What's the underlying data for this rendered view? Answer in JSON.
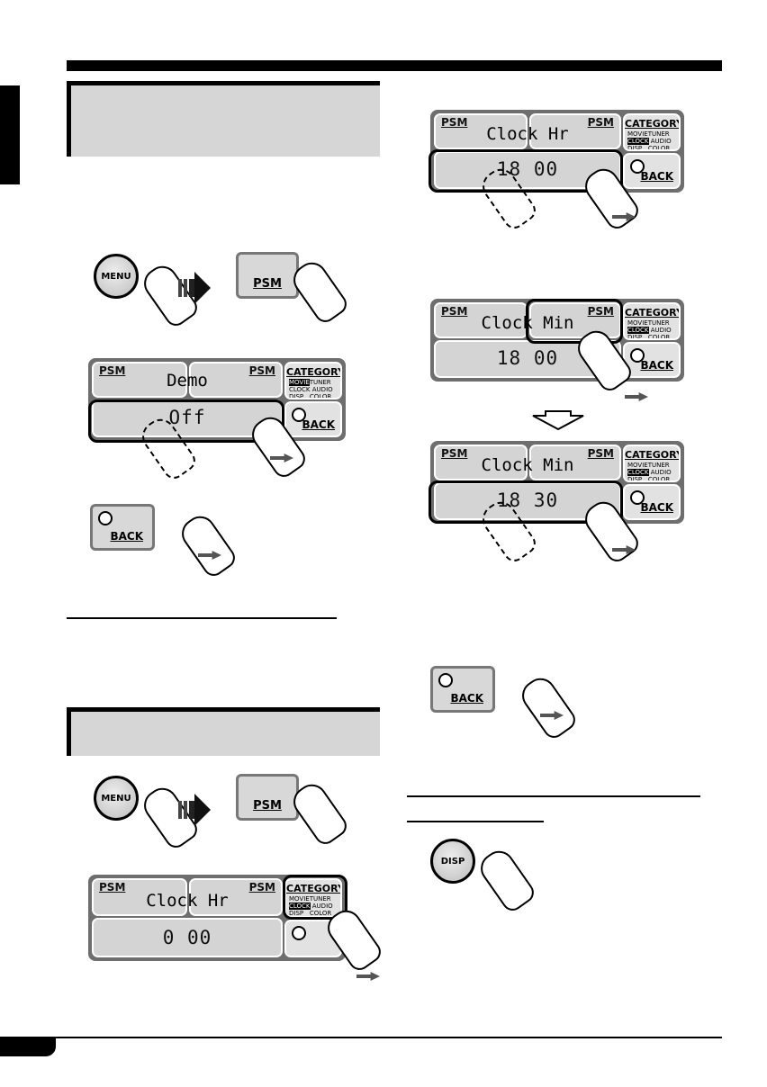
{
  "icons": {
    "menu_button": "menu-round-button",
    "disp_button": "disp-round-button",
    "pointer": "finger-icon",
    "arrow": "step-arrow-icon"
  },
  "buttons": {
    "menu": "MENU",
    "psm": "PSM",
    "back": "BACK",
    "disp": "DISP"
  },
  "lcd_labels": {
    "psm": "PSM",
    "category": "CATEGORY",
    "cat_row1_a": "MOVIE",
    "cat_row1_b": "TUNER",
    "cat_row2_a": "CLOCK",
    "cat_row2_b": "AUDIO",
    "cat_row3_a": "DISP",
    "cat_row3_b": "COLOR",
    "back": "BACK"
  },
  "displays": {
    "demo": {
      "title": "Demo",
      "value": "Off"
    },
    "clock_hr_start": {
      "title": "Clock Hr",
      "value": "0 00"
    },
    "clock_hr_set": {
      "title": "Clock Hr",
      "value": "18 00"
    },
    "clock_min_start": {
      "title": "Clock Min",
      "value": "18 00"
    },
    "clock_min_set": {
      "title": "Clock Min",
      "value": "18 30"
    }
  },
  "colors": {
    "lcd_frame": "#6e6e6e",
    "lcd_cell": "#d4d4d4",
    "heading_band": "#d6d6d6"
  }
}
